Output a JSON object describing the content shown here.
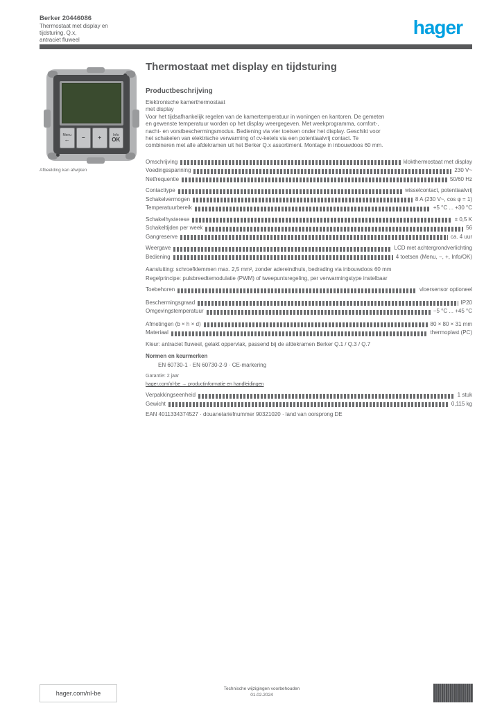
{
  "colors": {
    "text_gray": "#58595b",
    "logo_blue": "#00a0e1",
    "lcd_green": "#3a4b2f",
    "plate_gray": "#b2b3b5"
  },
  "header": {
    "lines": [
      "Berker 20446086",
      "Thermostaat met display en",
      "tijdsturing, Q.x,",
      "antraciet fluweel"
    ],
    "logo": "hager"
  },
  "device": {
    "caption": "Afbeelding kan afwijken",
    "buttons": [
      {
        "top": "Menu",
        "bottom": "←"
      },
      {
        "top": "",
        "bottom": "−"
      },
      {
        "top": "",
        "bottom": "+"
      },
      {
        "top": "Info",
        "bottom": "OK"
      }
    ]
  },
  "main": {
    "title": "Thermostaat met display en tijdsturing",
    "subheading": "Productbeschrijving",
    "description_lines": [
      "Elektronische kamerthermostaat",
      "met display",
      "Voor het tijdsafhankelijk regelen van de kamertemperatuur in woningen en kantoren. De gemeten",
      "en gewenste temperatuur worden op het display weergegeven. Met weekprogramma, comfort-,",
      "nacht- en vorstbeschermingsmodus. Bediening via vier toetsen onder het display. Geschikt voor",
      "het schakelen van elektrische verwarming of cv-ketels via een potentiaalvrij contact. Te",
      "combineren met alle afdekramen uit het Berker Q.x assortiment. Montage in inbouwdoos 60 mm."
    ],
    "rows": [
      {
        "type": "spec",
        "gap": 0,
        "label": "Omschrijving",
        "value": "klokthermostaat met display"
      },
      {
        "type": "spec",
        "gap": 0,
        "label": "Voedingsspanning",
        "value": "230 V~"
      },
      {
        "type": "spec",
        "gap": 0,
        "label": "Netfrequentie",
        "value": "50/60 Hz"
      },
      {
        "type": "spec",
        "gap": 4,
        "label": "Contacttype",
        "value": "wisselcontact, potentiaalvrij"
      },
      {
        "type": "spec",
        "gap": 0,
        "label": "Schakelvermogen",
        "value": "8 A (230 V~, cos φ = 1)"
      },
      {
        "type": "spec",
        "gap": 0,
        "label": "Temperatuurbereik",
        "value": "+5 °C ... +30 °C"
      },
      {
        "type": "spec",
        "gap": 4,
        "label": "Schakelhysterese",
        "value": "± 0,5 K"
      },
      {
        "type": "spec",
        "gap": 0,
        "label": "Schakeltijden per week",
        "value": "56"
      },
      {
        "type": "spec",
        "gap": 0,
        "label": "Gangreserve",
        "value": "ca. 4 uur"
      },
      {
        "type": "spec",
        "gap": 4,
        "label": "Weergave",
        "value": "LCD met achtergrondverlichting"
      },
      {
        "type": "spec",
        "gap": 0,
        "label": "Bediening",
        "value": "4 toetsen (Menu, −, +, Info/OK)"
      },
      {
        "type": "full",
        "gap": 6,
        "text": "Aansluiting: schroefklemmen max. 2,5 mm², zonder adereindhuls, bedrading via inbouwdoos 60 mm"
      },
      {
        "type": "full",
        "gap": 0,
        "text": "Regelprincipe: pulsbreedtemodulatie (PWM) of tweepuntsregeling, per verwarmingstype instelbaar"
      },
      {
        "type": "spec",
        "gap": 4,
        "label": "Toebehoren",
        "value": "vloersensor optioneel"
      },
      {
        "type": "spec",
        "gap": 6,
        "label": "Beschermingsgraad",
        "value": "IP20"
      },
      {
        "type": "spec",
        "gap": 0,
        "label": "Omgevingstemperatuur",
        "value": "−5 °C ... +45 °C"
      },
      {
        "type": "spec",
        "gap": 6,
        "label": "Afmetingen (b × h × d)",
        "value": "80 × 80 × 31 mm"
      },
      {
        "type": "spec",
        "gap": 0,
        "label": "Materiaal",
        "value": "thermoplast (PC)"
      },
      {
        "type": "full",
        "gap": 4,
        "text": "Kleur: antraciet fluweel, gelakt oppervlak, passend bij de afdekramen Berker Q.1 / Q.3 / Q.7"
      },
      {
        "type": "label",
        "gap": 5,
        "label": "Normen en keurmerken"
      },
      {
        "type": "full",
        "gap": 0,
        "indent": true,
        "text": "EN 60730-1 · EN 60730-2-9 · CE-markering"
      },
      {
        "type": "note",
        "gap": 4,
        "text": "Garantie: 2 jaar"
      },
      {
        "type": "link",
        "gap": 1,
        "text": "hager.com/nl-be → productinformatie en handleidingen"
      },
      {
        "type": "spec",
        "gap": 4,
        "label": "Verpakkingseenheid",
        "value": "1 stuk"
      },
      {
        "type": "spec",
        "gap": 0,
        "label": "Gewicht",
        "value": "0,115 kg"
      },
      {
        "type": "full",
        "gap": 3,
        "text": "EAN 4011334374527 · douanetariefnummer 90321020 · land van oorsprong DE"
      }
    ]
  },
  "footer": {
    "url": "hager.com/nl-be",
    "mid_line1": "Technische wijzigingen voorbehouden",
    "mid_line2": "01.02.2024"
  }
}
